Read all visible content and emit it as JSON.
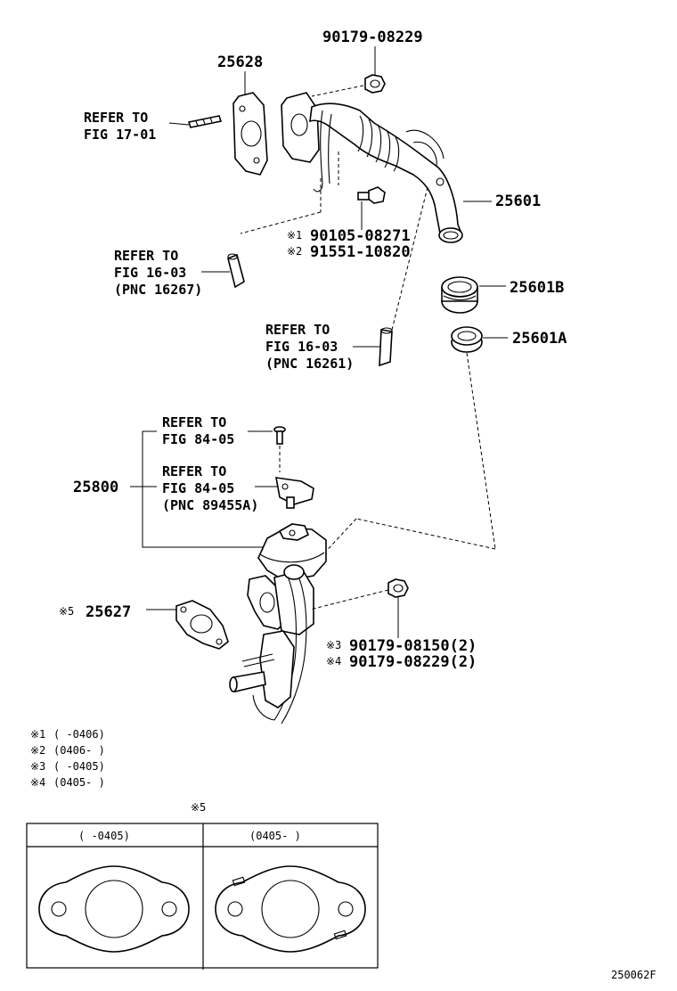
{
  "callouts": {
    "p90179_08229_top": "90179-08229",
    "p25628": "25628",
    "p25601": "25601",
    "p25601B": "25601B",
    "p25601A": "25601A",
    "p25800": "25800",
    "p25627": "25627",
    "p25627_mark": "※5",
    "bolt_mark1": "※1",
    "bolt_pn1": "90105-08271",
    "bolt_mark2": "※2",
    "bolt_pn2": "91551-10820",
    "nut_mark3": "※3",
    "nut_pn3": "90179-08150(2)",
    "nut_mark4": "※4",
    "nut_pn4": "90179-08229(2)"
  },
  "references": {
    "fig17": {
      "line1": "REFER TO",
      "line2": "FIG 17-01"
    },
    "fig16a": {
      "line1": "REFER TO",
      "line2": "FIG 16-03",
      "line3": "(PNC 16267)"
    },
    "fig16b": {
      "line1": "REFER TO",
      "line2": "FIG 16-03",
      "line3": "(PNC 16261)"
    },
    "fig84a": {
      "line1": "REFER TO",
      "line2": "FIG 84-05"
    },
    "fig84b": {
      "line1": "REFER TO",
      "line2": "FIG 84-05",
      "line3": "(PNC 89455A)"
    }
  },
  "notes": [
    {
      "mark": "※1",
      "range": "(     -0406)"
    },
    {
      "mark": "※2",
      "range": "(0406-     )"
    },
    {
      "mark": "※3",
      "range": "(     -0405)"
    },
    {
      "mark": "※4",
      "range": "(0405-     )"
    }
  ],
  "gasket_table": {
    "title": "※5",
    "col_left": "(    -0405)",
    "col_right": "(0405-     )"
  },
  "figure_code": "250062F"
}
